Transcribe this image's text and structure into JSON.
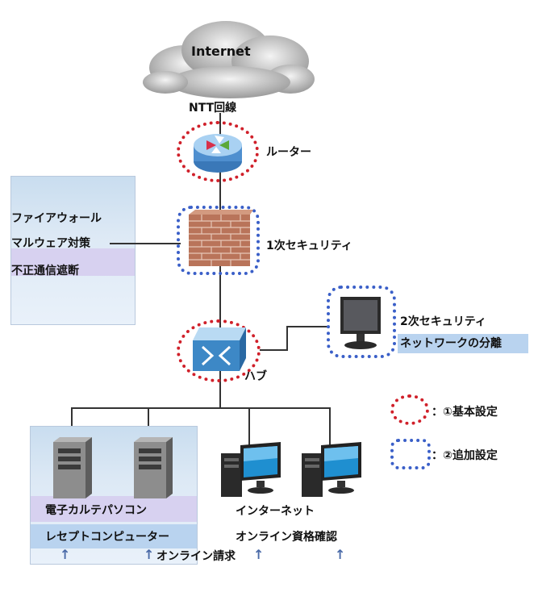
{
  "cloud": {
    "label": "Internet"
  },
  "line_label": "NTT回線",
  "router": {
    "label": "ルーター"
  },
  "firewall": {
    "label": "1次セキュリティ"
  },
  "left_panel": {
    "items": [
      "ファイアウォール",
      "マルウェア対策",
      "不正通信遮断"
    ]
  },
  "hub": {
    "label": "ハブ"
  },
  "monitor": {
    "label1": "2次セキュリティ",
    "label2": "ネットワークの分離"
  },
  "legend": {
    "basic": "：①基本設定",
    "additional": "：②追加設定"
  },
  "servers": {
    "label1": "電子カルテパソコン",
    "label2": "レセプトコンピューター"
  },
  "pcs": {
    "label1": "インターネット",
    "label2": "オンライン資格確認"
  },
  "bottom": {
    "arrow": "↑",
    "text": "オンライン請求"
  },
  "colors": {
    "basic": "#d0202a",
    "additional": "#3a5fc8"
  }
}
